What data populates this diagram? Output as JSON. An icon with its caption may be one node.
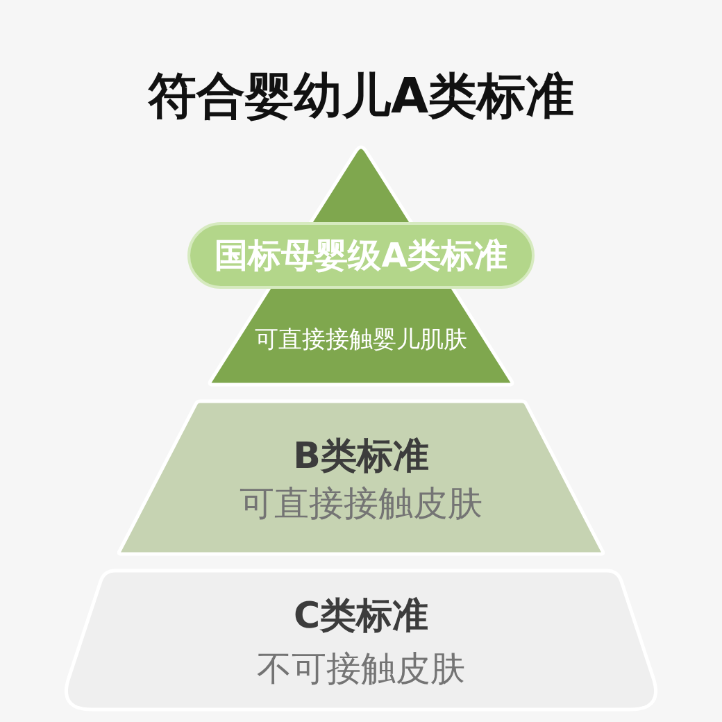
{
  "diagram": {
    "title": "符合婴幼儿A类标准",
    "nodes": [
      {
        "text": [
          "可直接接触婴儿肌肤"
        ]
      },
      {
        "text": [
          "国标母婴级A类标准"
        ]
      },
      {
        "text": [
          "B类标准",
          "可直接接触皮肤"
        ]
      },
      {
        "text": [
          "C类标准",
          "不可接触皮肤"
        ]
      }
    ]
  }
}
